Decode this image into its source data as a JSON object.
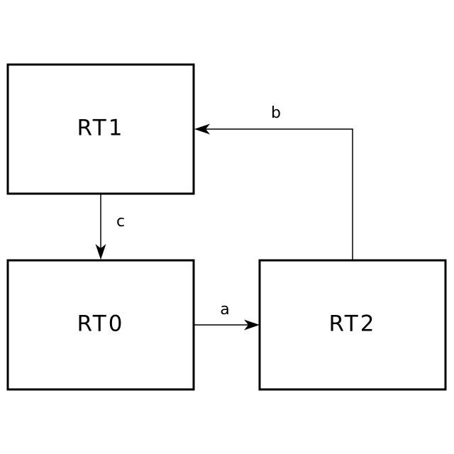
{
  "nodes": {
    "rt1": {
      "label": "RT1"
    },
    "rt0": {
      "label": "RT0"
    },
    "rt2": {
      "label": "RT2"
    }
  },
  "edges": {
    "c": {
      "label": "c",
      "from": "RT1",
      "to": "RT0"
    },
    "a": {
      "label": "a",
      "from": "RT0",
      "to": "RT2"
    },
    "b": {
      "label": "b",
      "from": "RT2",
      "to": "RT1"
    }
  },
  "colors": {
    "stroke": "#000000",
    "background": "#ffffff"
  }
}
